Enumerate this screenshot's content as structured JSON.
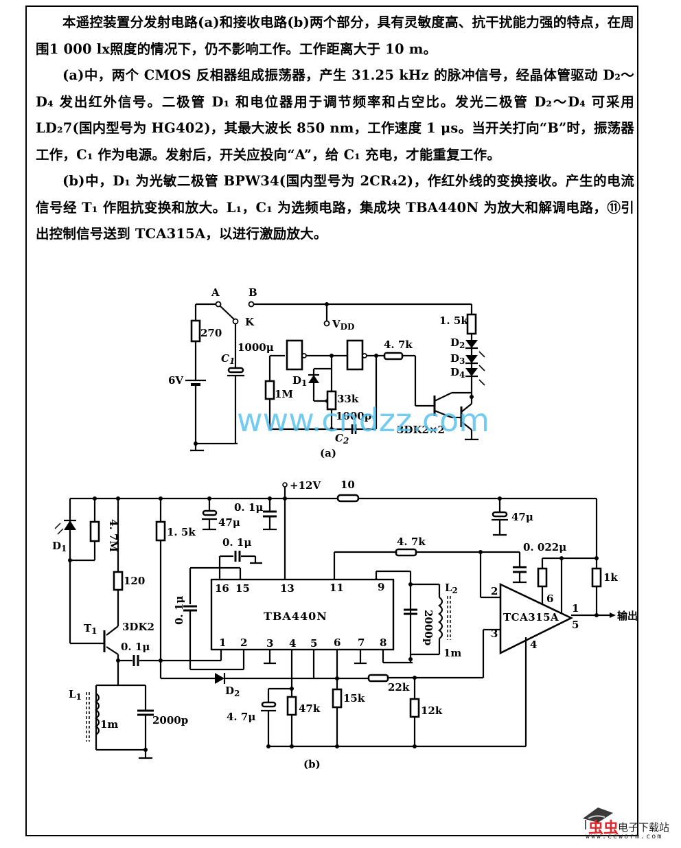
{
  "paragraphs": [
    "本遥控装置分发射电路(a)和接收电路(b)两个部分，具有灵敏度高、抗干扰能力强的特点，在周围1 000 lx照度的情况下，仍不影响工作。工作距离大于 10 m。",
    "(a)中，两个 CMOS 反相器组成振荡器，产生 31.25 kHz 的脉冲信号，经晶体管驱动 D₂～D₄ 发出红外信号。二极管 D₁ 和电位器用于调节频率和占空比。发光二极管 D₂～D₄ 可采用 LD₂7(国内型号为 HG402)，其最大波长 850 nm，工作速度 1 μs。当开关打向“B”时，振荡器工作，C₁ 作为电源。发射后，开关应投向“A”，给 C₁ 充电，才能重复工作。",
    "(b)中，D₁ 为光敏二极管 BPW34(国内型号为 2CR₄2)，作红外线的变换接收。产生的电流信号经 T₁ 作阻抗变换和放大。L₁，C₁ 为选频电路，集成块 TBA440N 为放大和解调电路，⑪引出控制信号送到 TCA315A，以进行激励放大。"
  ],
  "circuit_a": {
    "caption": "(a)",
    "switch_a": "A",
    "switch_b": "B",
    "switch_k": "K",
    "vdd": "V",
    "vdd_sub": "DD",
    "battery": "6V",
    "r_270": "270",
    "c1_label": "C",
    "c1_sub": "1",
    "c1_value": "1000μ",
    "r_1m": "1M",
    "d1_label": "D",
    "d1_sub": "1",
    "pot_33k": "33k",
    "c2_value": "1000p",
    "c2_label": "C",
    "c2_sub": "2",
    "r_4k7": "4. 7k",
    "r_1k5": "1. 5k",
    "d2_label": "D",
    "d2_sub": "2",
    "d3_label": "D",
    "d3_sub": "3",
    "d4_label": "D",
    "d4_sub": "4",
    "transistors": "3DK2×2"
  },
  "circuit_b": {
    "caption": "(b)",
    "supply": "+12V",
    "r_10": "10",
    "d1_label": "D",
    "d1_sub": "1",
    "r_4m7": "4. 7M",
    "r_120": "120",
    "t1_label": "T",
    "t1_sub": "1",
    "t1_type": "3DK2",
    "c_01_coupling": "0. 1μ",
    "r_1k5": "1. 5k",
    "c_47u_left": "47μ",
    "c_01_top": "0. 1μ",
    "c_01_pin16": "0. 1μ",
    "c_01_vertical": "0. 1μ",
    "ic1": "TBA440N",
    "ic1_top_pins": [
      "16",
      "15",
      "13",
      "11",
      "9"
    ],
    "ic1_bottom_pins": [
      "1",
      "2",
      "3",
      "4",
      "5",
      "6",
      "7",
      "8"
    ],
    "l1_label": "L",
    "l1_sub": "1",
    "l1_value": "1m",
    "c_2000p_left": "2000p",
    "d2_label": "D",
    "d2_sub": "2",
    "c_4u7": "4. 7μ",
    "r_47k": "47k",
    "r_15k": "15k",
    "r_22k": "22k",
    "r_12k": "12k",
    "r_4k7": "4. 7k",
    "c_2000p_right": "2000p",
    "l2_label": "L",
    "l2_sub": "2",
    "l2_value": "1m",
    "c_47u_right": "47μ",
    "c_0022": "0. 022μ",
    "r_1k": "1k",
    "ic2": "TCA315A",
    "ic2_pins": [
      "2",
      "3",
      "6",
      "1",
      "5",
      "4"
    ],
    "output": "输出"
  },
  "watermark": "www.cndzz.com",
  "logo": {
    "brand": "虫虫",
    "name": "电子下载站",
    "site": "www.eeworm.com",
    "brand_color": "#e0262b",
    "watermark_color": "#5bc3ea"
  }
}
